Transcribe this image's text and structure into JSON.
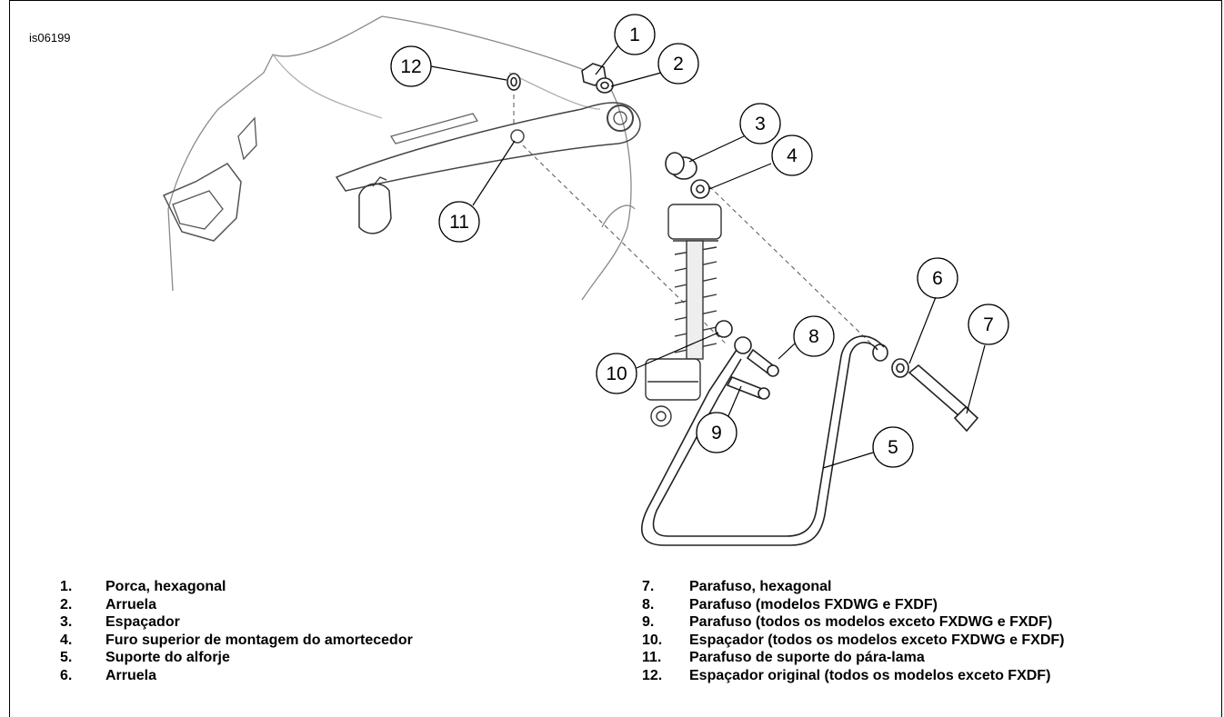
{
  "figure_id": "is06199",
  "callouts": [
    "1",
    "2",
    "3",
    "4",
    "5",
    "6",
    "7",
    "8",
    "9",
    "10",
    "11",
    "12"
  ],
  "legend": {
    "left": [
      {
        "num": "1.",
        "text": "Porca, hexagonal"
      },
      {
        "num": "2.",
        "text": "Arruela"
      },
      {
        "num": "3.",
        "text": "Espaçador"
      },
      {
        "num": "4.",
        "text": "Furo superior de montagem do amortecedor"
      },
      {
        "num": "5.",
        "text": "Suporte do alforje"
      },
      {
        "num": "6.",
        "text": "Arruela"
      }
    ],
    "right": [
      {
        "num": "7.",
        "text": "Parafuso, hexagonal"
      },
      {
        "num": "8.",
        "text": "Parafuso (modelos FXDWG e FXDF)"
      },
      {
        "num": "9.",
        "text": "Parafuso (todos os modelos exceto FXDWG e FXDF)"
      },
      {
        "num": "10.",
        "text": "Espaçador (todos os modelos exceto FXDWG e FXDF)"
      },
      {
        "num": "11.",
        "text": "Parafuso de suporte do pára-lama"
      },
      {
        "num": "12.",
        "text": "Espaçador original (todos os modelos exceto FXDF)"
      }
    ]
  }
}
